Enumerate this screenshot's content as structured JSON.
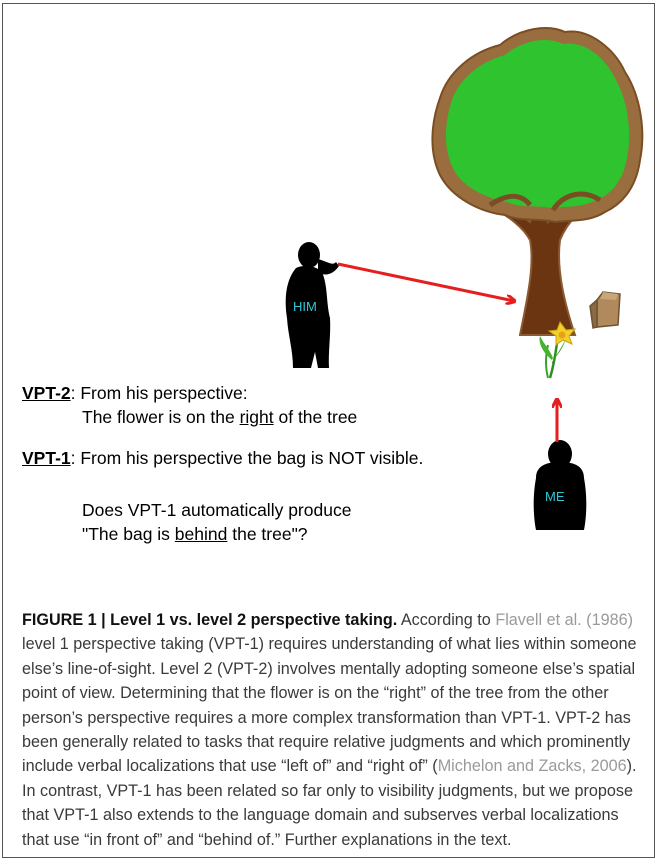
{
  "illustration": {
    "him_label": "HIM",
    "me_label": "ME",
    "label_color": "#2ec8d8",
    "arrow_color": "#e61e1e",
    "foliage_color": "#2fc32f",
    "trunk_color": "#6a3510"
  },
  "vpt2": {
    "label": "VPT-2",
    "line1": ": From his perspective:",
    "line2_pre": "The flower is on the ",
    "line2_u": "right",
    "line2_post": " of the tree"
  },
  "vpt1": {
    "label": "VPT-1",
    "line1": ": From his perspective the bag is NOT visible."
  },
  "question": {
    "line1": "Does VPT-1 automatically produce",
    "line2_pre": "\"The bag is ",
    "line2_u": "behind",
    "line2_post": " the tree\"?"
  },
  "caption": {
    "fig_label": "FIGURE 1 | Level 1 vs. level 2 perspective taking.",
    "t1": " According to ",
    "cite1": "Flavell et al. (1986)",
    "t2": " level 1 perspective taking (VPT-1) requires understanding of what lies within someone else’s line-of-sight. Level 2 (VPT-2) involves mentally adopting someone else’s spatial point of view. Determining that the flower is on the “right” of the tree from the other person’s perspective requires a more complex transformation than VPT-1. VPT-2 has been generally related to tasks that require relative judgments and which prominently include verbal localizations that use “left of” and “right of” (",
    "cite2": "Michelon and Zacks, 2006",
    "t3": "). In contrast, VPT-1 has been related so far only to visibility judgments, but we propose that VPT-1 also extends to the language domain and subserves verbal localizations that use “in front of” and “behind of.” Further explanations in the text."
  }
}
